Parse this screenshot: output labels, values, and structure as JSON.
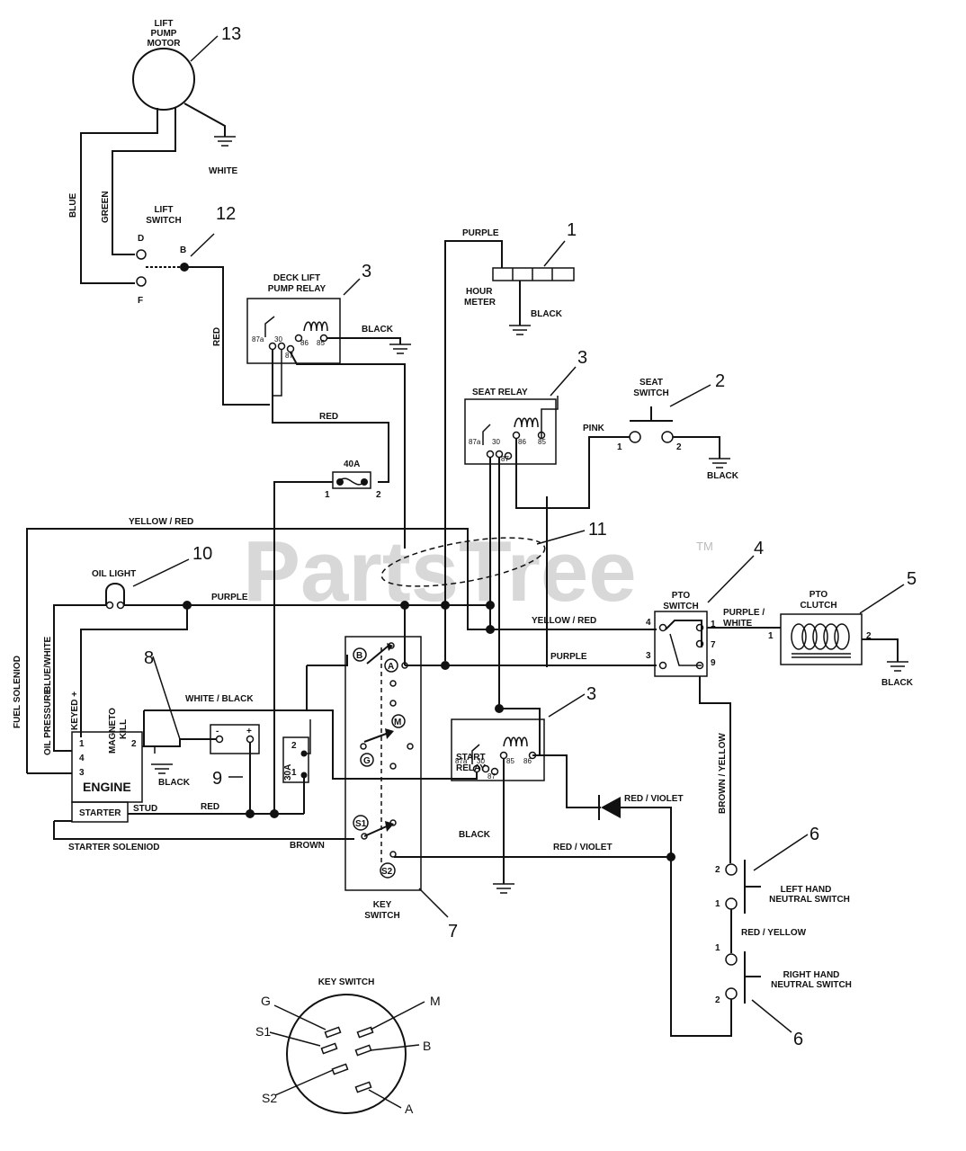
{
  "watermark": {
    "text": "PartsTree",
    "tm": "TM"
  },
  "callouts": {
    "c1": "1",
    "c2": "2",
    "c3a": "3",
    "c3b": "3",
    "c3c": "3",
    "c4": "4",
    "c5": "5",
    "c6a": "6",
    "c6b": "6",
    "c7": "7",
    "c8": "8",
    "c9": "9",
    "c10": "10",
    "c11": "11",
    "c12": "12",
    "c13": "13"
  },
  "components": {
    "lift_pump_motor": [
      "LIFT",
      "PUMP",
      "MOTOR"
    ],
    "lift_switch": [
      "LIFT",
      "SWITCH"
    ],
    "deck_lift_pump_relay": [
      "DECK LIFT",
      "PUMP RELAY"
    ],
    "hour_meter": [
      "HOUR",
      "METER"
    ],
    "seat_relay": "SEAT RELAY",
    "seat_switch": [
      "SEAT",
      "SWITCH"
    ],
    "fuse_40a": "40A",
    "fuse_30a": "30A",
    "oil_light": "OIL LIGHT",
    "pto_switch": [
      "PTO",
      "SWITCH"
    ],
    "pto_clutch": [
      "PTO",
      "CLUTCH"
    ],
    "start_relay": [
      "START",
      "RELAY"
    ],
    "engine": "ENGINE",
    "starter": "STARTER",
    "stud": "STUD",
    "key_switch": [
      "KEY",
      "SWITCH"
    ],
    "left_neutral": [
      "LEFT HAND",
      "NEUTRAL SWITCH"
    ],
    "right_neutral": [
      "RIGHT HAND",
      "NEUTRAL SWITCH"
    ],
    "key_switch_detail": "KEY SWITCH"
  },
  "wires": {
    "white": "WHITE",
    "blue": "BLUE",
    "green": "GREEN",
    "red": "RED",
    "black": "BLACK",
    "purple": "PURPLE",
    "pink": "PINK",
    "yellow_red": "YELLOW / RED",
    "purple_white": [
      "PURPLE /",
      "WHITE"
    ],
    "white_black": "WHITE / BLACK",
    "brown": "BROWN",
    "brown_yellow": "BROWN / YELLOW",
    "red_violet": "RED / VIOLET",
    "red_yellow": "RED / YELLOW",
    "fuel_solenoid": "FUEL SOLENIOD",
    "oil_pressure": "OIL PRESSURE",
    "blue_white": "BLUE/WHITE",
    "keyed_plus": "KEYED +",
    "magneto_kill": [
      "MAGNETO",
      "KILL"
    ],
    "starter_solenoid": "STARTER SOLENIOD"
  },
  "terminals": {
    "D": "D",
    "F": "F",
    "B": "B",
    "A": "A",
    "M": "M",
    "G": "G",
    "S1": "S1",
    "S2": "S2",
    "S1_detail": "S1",
    "S2_detail": "S2",
    "t1": "1",
    "t2": "2",
    "t3": "3",
    "t4": "4",
    "t7": "7",
    "t9": "9",
    "r87a": "87a",
    "r30": "30",
    "r87": "87",
    "r86": "86",
    "r85": "85",
    "minus": "-",
    "plus": "+"
  }
}
